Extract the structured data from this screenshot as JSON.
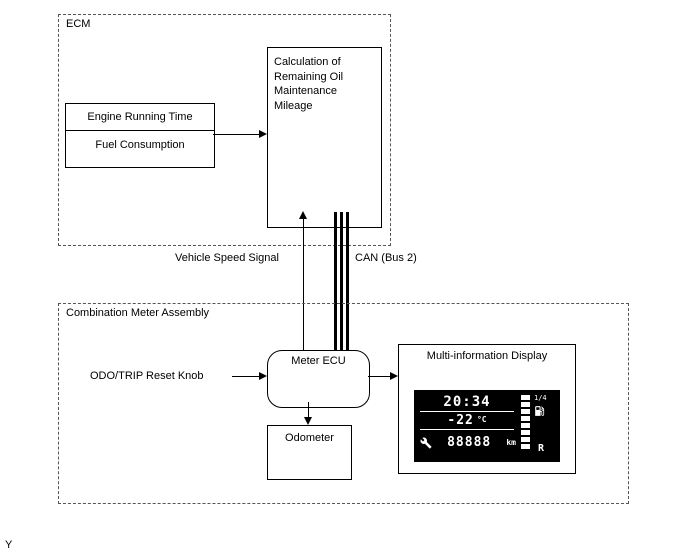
{
  "ecm": {
    "label": "ECM",
    "inputs_box": {
      "row1": "Engine Running Time",
      "row2": "Fuel Consumption"
    },
    "calc_box": "Calculation of Remaining Oil Maintenance Mileage"
  },
  "signals": {
    "vehicle_speed": "Vehicle Speed Signal",
    "can": "CAN (Bus 2)"
  },
  "meter": {
    "label": "Combination Meter Assembly",
    "meter_ecu": "Meter ECU",
    "reset_knob": "ODO/TRIP Reset Knob",
    "odometer": "Odometer",
    "mid": {
      "label": "Multi-information Display",
      "clock": "20:34",
      "temperature": "-22",
      "temperature_unit": "°C",
      "odometer_value": "88888",
      "odometer_unit": "km",
      "fuel_scale_label": "1/4",
      "gear_indicator": "R",
      "fuel_segments": 8
    }
  },
  "footer": {
    "mark": "Y"
  }
}
